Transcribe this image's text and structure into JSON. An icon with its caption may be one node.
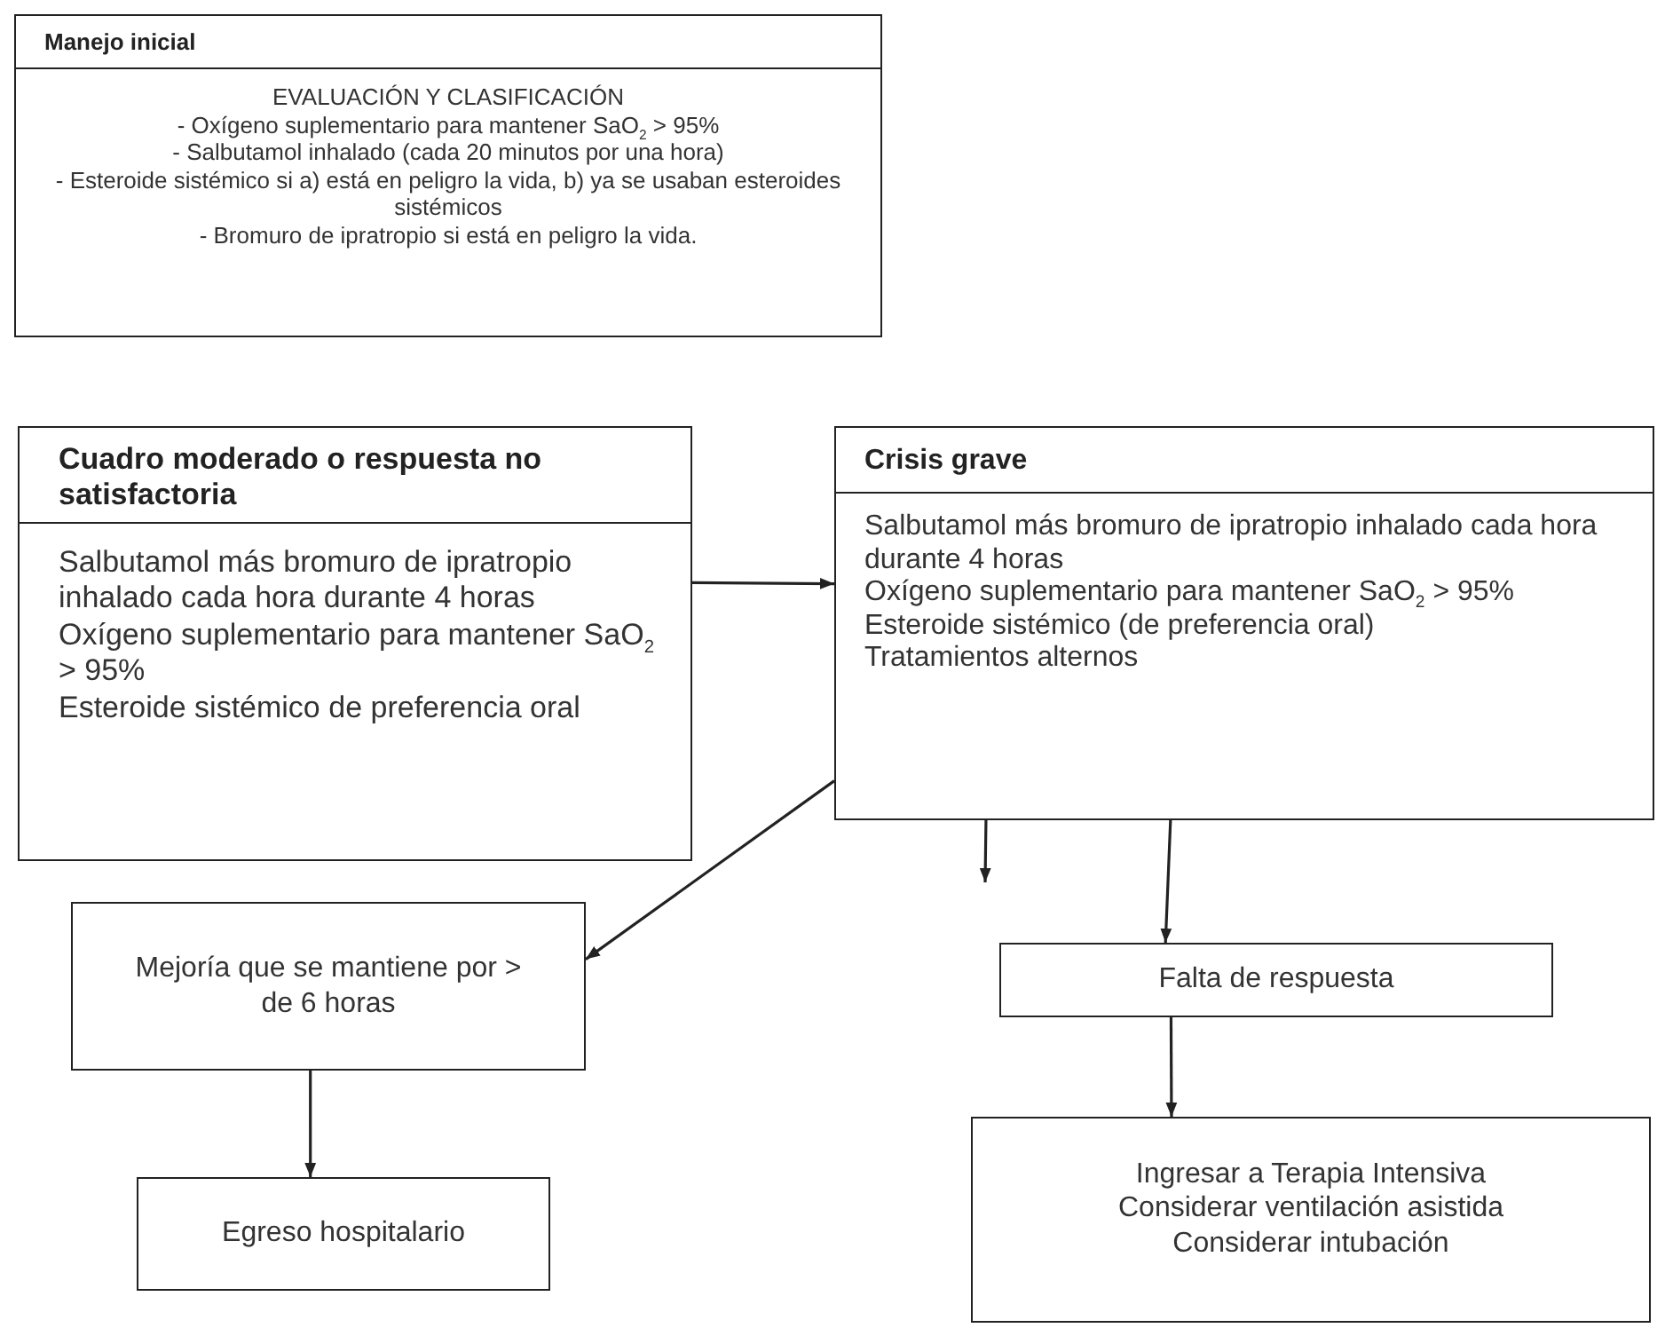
{
  "diagram": {
    "nodes": [
      {
        "text": [
          "Manejo inicial",
          "EVALUACIÓN Y CLASIFICACIÓN",
          "- Oxígeno suplementario para mantener SaO$_{2}$ > 95%",
          "- Salbutamol inhalado (cada 20 minutos por una hora)",
          "- Esteroide sistémico si a) está en peligro la vida, b) ya se usaban esteroides sistémicos",
          "- Bromuro de ipratropio si está en peligro la vida."
        ]
      },
      {
        "text": [
          "Cuadro moderado o respuesta no satisfactoria",
          "Salbutamol más bromuro de ipratropio inhalado cada hora durante 4 horas",
          "Oxígeno suplementario para mantener SaO$_{2}$ > 95%",
          "Esteroide sistémico de preferencia oral"
        ]
      },
      {
        "text": [
          "Crisis grave",
          "Salbutamol más bromuro de ipratropio inhalado cada hora durante 4 horas",
          "Oxígeno suplementario para mantener SaO$_{2}$ > 95%",
          "Esteroide sistémico (de preferencia oral)",
          "Tratamientos alternos"
        ]
      },
      {
        "text": [
          "Mejoría que se mantiene por > de 6 horas"
        ]
      },
      {
        "text": [
          "Egreso hospitalario"
        ]
      },
      {
        "text": [
          "Falta de respuesta"
        ]
      },
      {
        "text": [
          "Ingresar a Terapia Intensiva",
          "Considerar ventilación asistida",
          "Considerar intubación"
        ]
      }
    ],
    "edges": [
      {
        "from": 1,
        "to": 2,
        "arrow": "to"
      },
      {
        "from": 2,
        "to": 3,
        "arrow": "to"
      },
      {
        "from": 2,
        "to": null,
        "arrow": "to"
      },
      {
        "from": 2,
        "to": 5,
        "arrow": "to"
      },
      {
        "from": 3,
        "to": 4,
        "arrow": "to"
      },
      {
        "from": 5,
        "to": 6,
        "arrow": "to"
      }
    ]
  }
}
